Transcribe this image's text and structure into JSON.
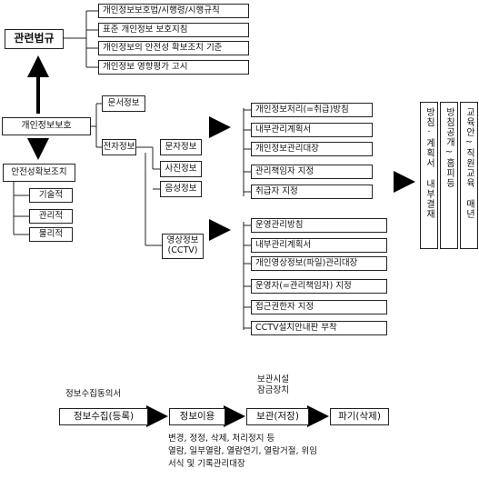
{
  "laws": {
    "title": "관련법규",
    "items": [
      "개인정보보호법/시행령/시행규칙",
      "표준 개인정보 보호지침",
      "개인정보의 안전성 확보조치 기준",
      "개인정보 영향평가 고시"
    ]
  },
  "root": "개인정보보호",
  "safety": {
    "title": "안전성확보조치",
    "items": [
      "기술적",
      "관리적",
      "물리적"
    ]
  },
  "document_info": "문서정보",
  "electronic_info": "전자정보",
  "electronic_items": [
    "문자정보",
    "사진정보",
    "음성정보"
  ],
  "video_info": [
    "영상정보",
    "(CCTV)"
  ],
  "doc_tasks": [
    "개인정보처리(=취급)방침",
    "내부관리계획서",
    "개인정보관리대장",
    "관리책임자 지정",
    "취급자 지정"
  ],
  "video_tasks": [
    "운영관리방침",
    "내부관리계획서",
    "개인영상정보(파일)관리대장",
    "운영자(=관리책임자) 지정",
    "접근권한자 지정",
    "CCTV설치안내판 부착"
  ],
  "outputs": [
    "방침·계획서 내부결재",
    "방침공개~홈피등",
    "교육안~직원교육 매년"
  ],
  "flow": {
    "consent_label": "정보수집동의서",
    "storage_label": [
      "보관시설",
      "잠금장치"
    ],
    "steps": [
      "정보수집(등록)",
      "정보이용",
      "보관(저장)",
      "파기(삭제)"
    ],
    "usage_notes": [
      "변경, 정정, 삭제, 처리정지 등",
      "열람, 일부열람, 열람연기, 열람거절, 위임",
      "서식 및 기록관리대장"
    ]
  }
}
